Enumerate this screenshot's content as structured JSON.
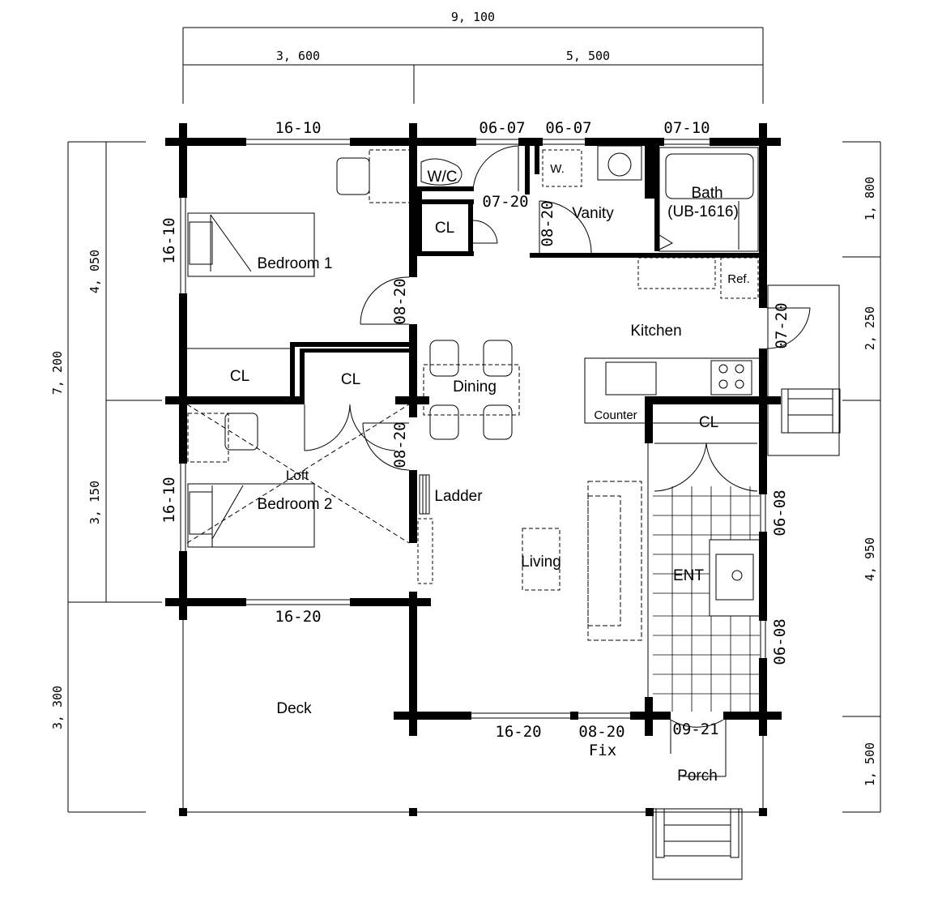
{
  "dimensions": {
    "top_total": "9, 100",
    "top_left": "3, 600",
    "top_right": "5, 500",
    "left_total": "7, 200",
    "left_upper": "4, 050",
    "left_lower": "3, 150",
    "left_deck": "3, 300",
    "right_1": "1, 800",
    "right_2": "2, 250",
    "right_3": "4, 950",
    "right_4": "1, 500"
  },
  "rooms": {
    "bedroom1": "Bedroom 1",
    "bedroom2": "Bedroom 2",
    "loft": "Loft",
    "wc": "W/C",
    "cl_wc": "CL",
    "cl_hall_left": "CL",
    "cl_hall_right": "CL",
    "cl_kitchen": "CL",
    "vanity": "Vanity",
    "washer": "W.",
    "bath": "Bath",
    "bath_model": "(UB-1616)",
    "ref": "Ref.",
    "kitchen": "Kitchen",
    "counter": "Counter",
    "dining": "Dining",
    "ladder": "Ladder",
    "living": "Living",
    "entrance": "ENT",
    "deck": "Deck",
    "porch": "Porch"
  },
  "openings": {
    "top_bed1": "16-10",
    "top_wc": "06-07",
    "top_vanity": "06-07",
    "top_bath": "07-10",
    "left_bed1": "16-10",
    "left_bed2": "16-10",
    "bed2_south": "16-20",
    "door_cl": "07-20",
    "door_vanity": "08-20",
    "door_bed1": "08-20",
    "door_bed2": "08-20",
    "door_kitchen": "07-20",
    "ent_win_upper": "06-08",
    "ent_win_lower": "06-08",
    "living_south": "16-20",
    "fix_window": "08-20",
    "fix_label": "Fix",
    "entry_door": "09-21"
  }
}
